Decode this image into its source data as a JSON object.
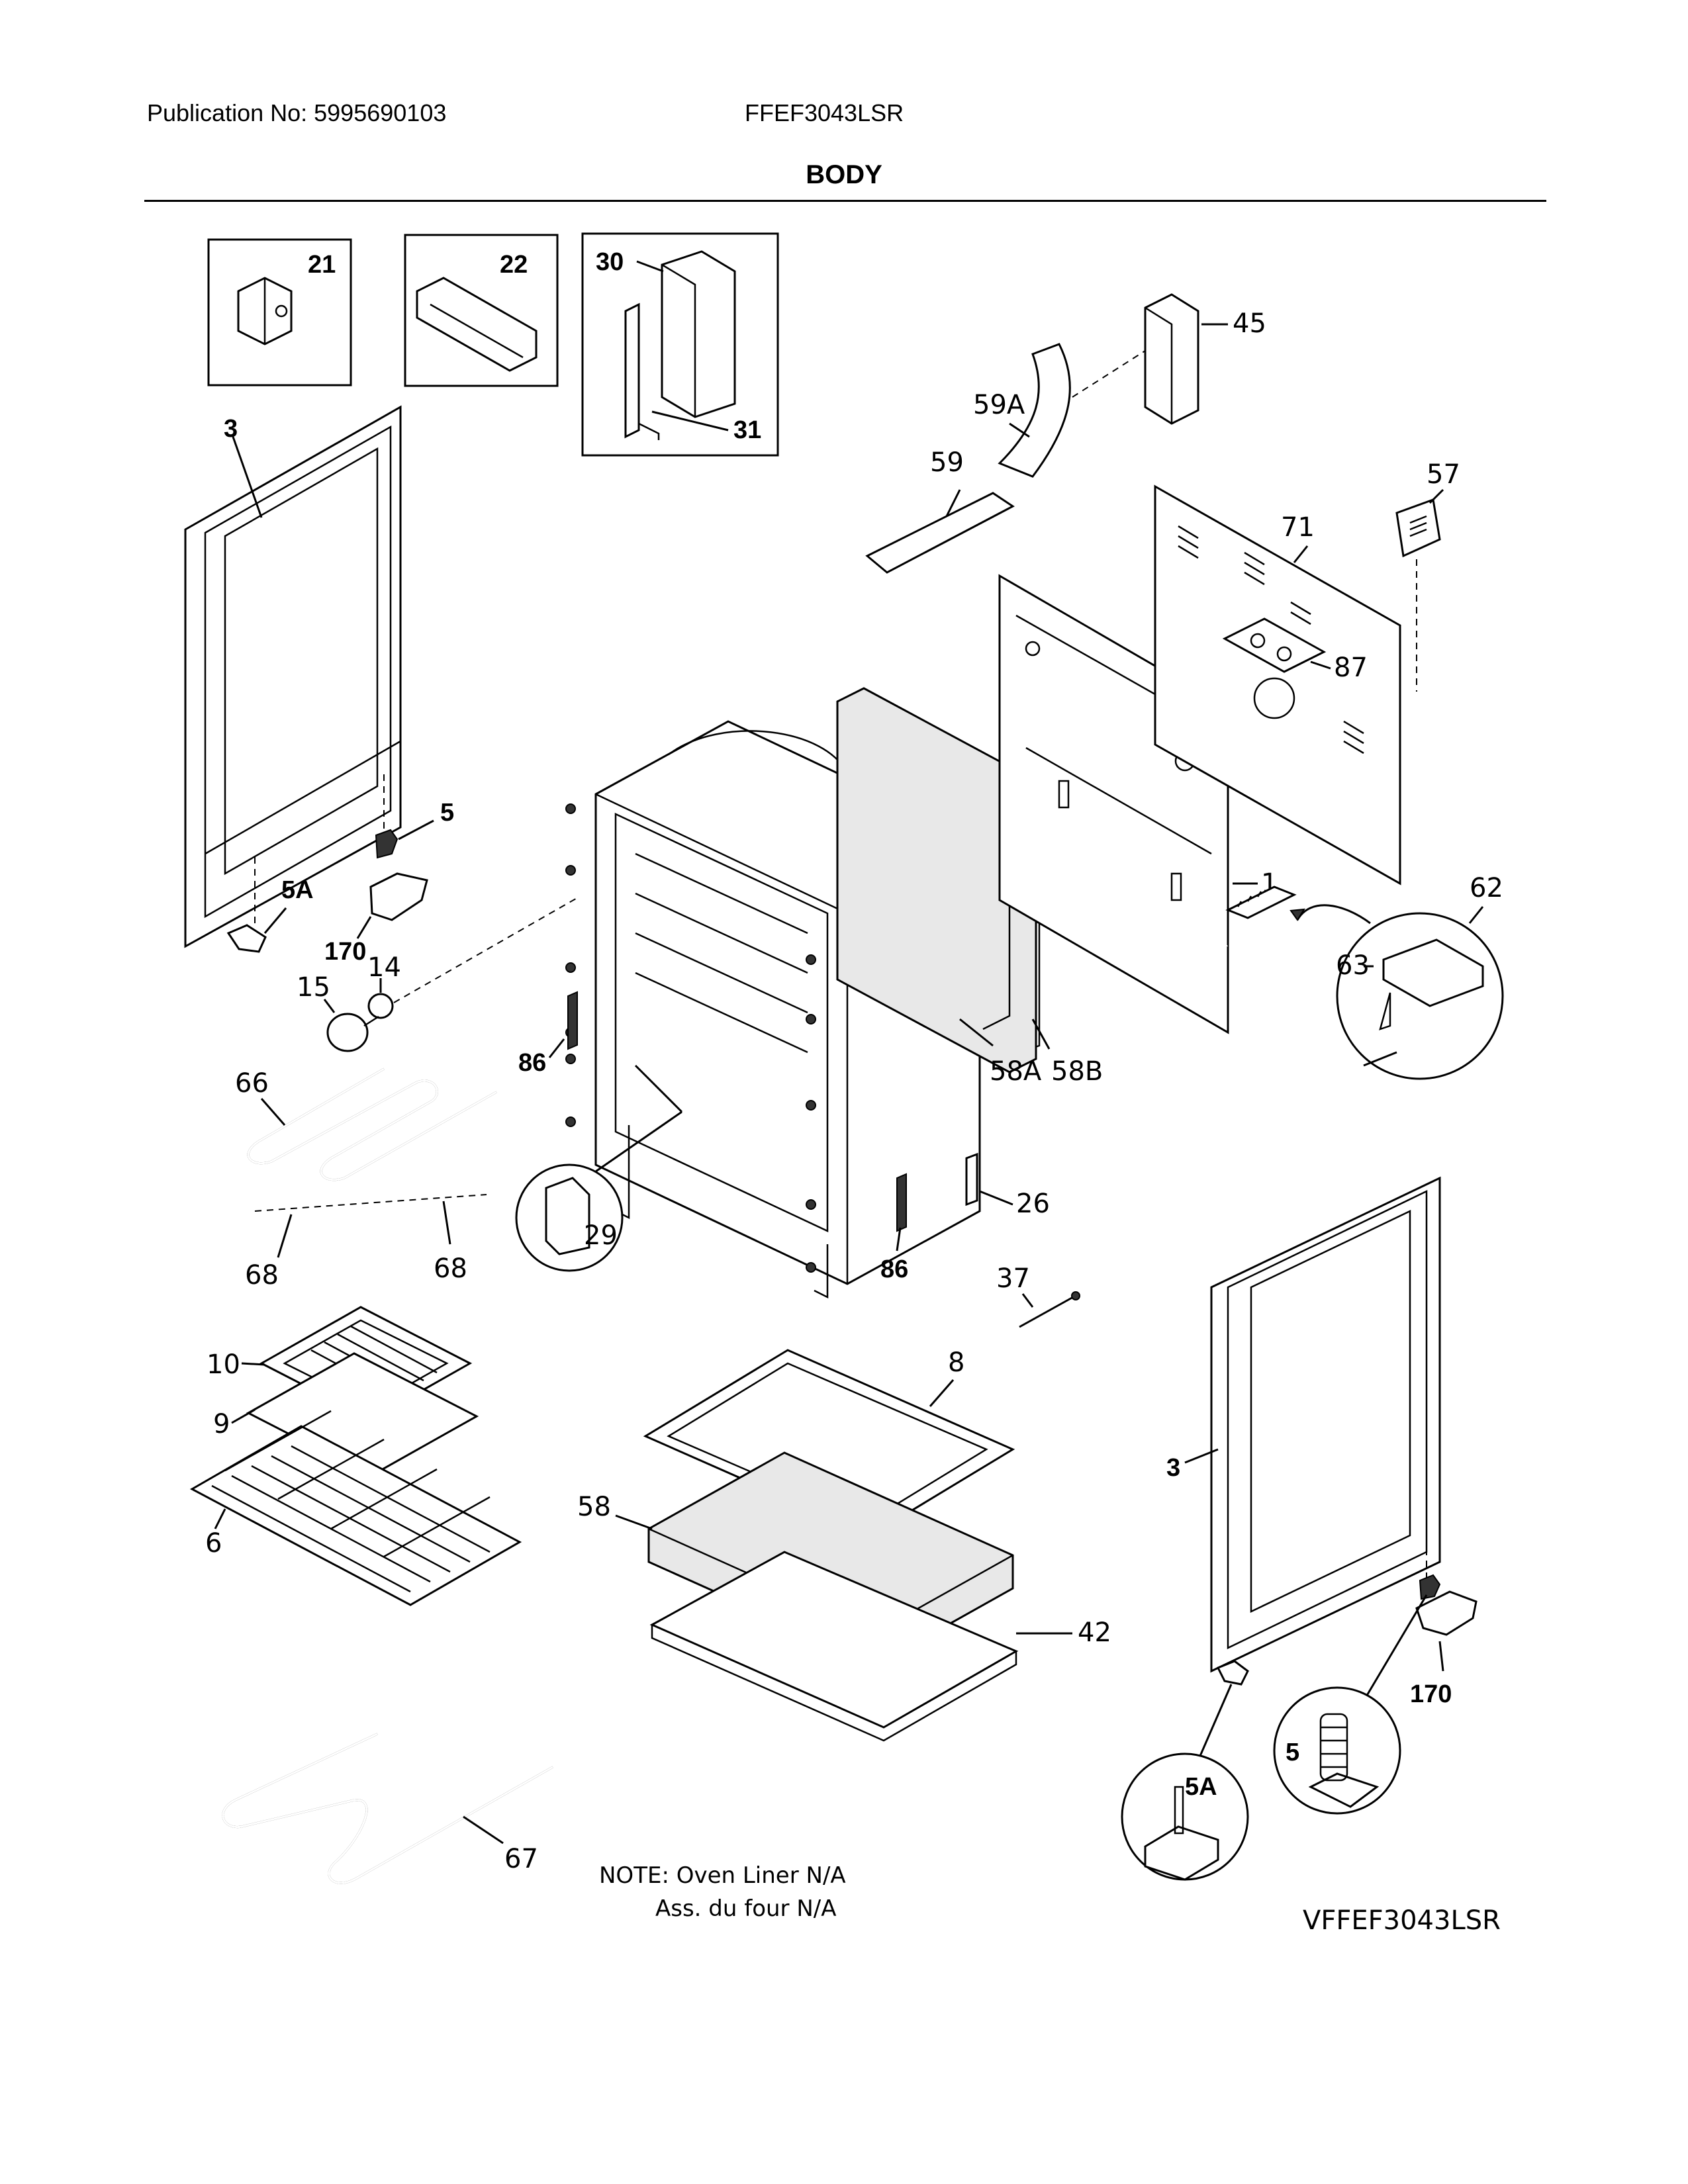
{
  "header": {
    "publication": "Publication No: 5995690103",
    "model": "FFEF3043LSR"
  },
  "title": "BODY",
  "callouts": {
    "c1": "1",
    "c3a": "3",
    "c3b": "3",
    "c5a": "5",
    "c5b": "5",
    "c5Aa": "5A",
    "c5Ab": "5A",
    "c6": "6",
    "c8": "8",
    "c9": "9",
    "c10": "10",
    "c14": "14",
    "c15": "15",
    "c21": "21",
    "c22": "22",
    "c26": "26",
    "c29": "29",
    "c30": "30",
    "c31": "31",
    "c37": "37",
    "c42": "42",
    "c45": "45",
    "c57": "57",
    "c58": "58",
    "c58A": "58A",
    "c58B": "58B",
    "c59": "59",
    "c59A": "59A",
    "c62": "62",
    "c63": "63",
    "c66": "66",
    "c67": "67",
    "c68a": "68",
    "c68b": "68",
    "c71": "71",
    "c86a": "86",
    "c86b": "86",
    "c87": "87",
    "c170a": "170",
    "c170b": "170"
  },
  "note": {
    "line1": "NOTE: Oven Liner N/A",
    "line2": "Ass. du four N/A"
  },
  "diagram_ref": "VFFEF3043LSR"
}
